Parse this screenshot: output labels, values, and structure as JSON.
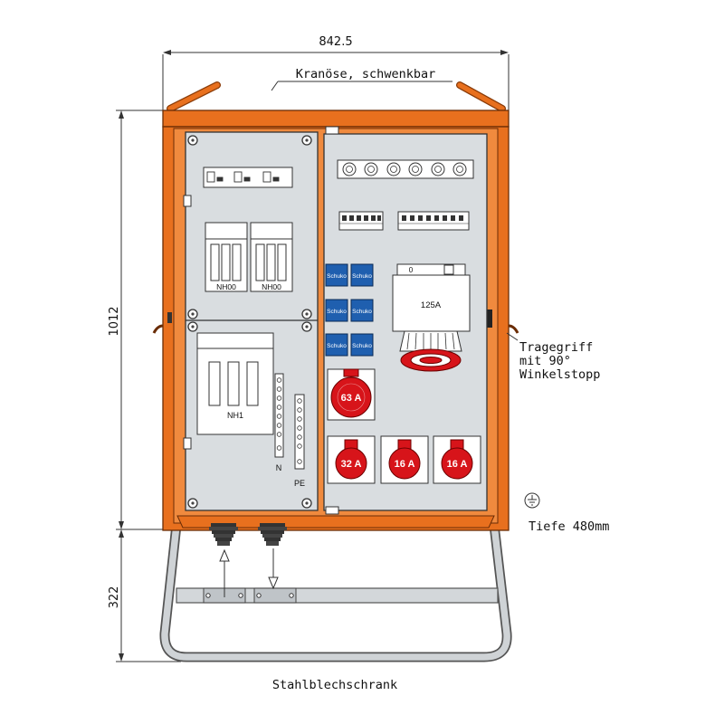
{
  "dimensions": {
    "width": "842.5",
    "height": "1012",
    "stand_height": "322"
  },
  "annotations": {
    "crane_eye": "Kranöse, schwenkbar",
    "handle_line1": "Tragegriff",
    "handle_line2": "mit 90°",
    "handle_line3": "Winkelstopp",
    "depth": "Tiefe 480mm",
    "ground_symbol": "earth-ground-icon",
    "caption": "Stahlblechschrank"
  },
  "left_panel": {
    "fuse_bases": [
      "NH00",
      "NH00"
    ],
    "main_switch": "NH1",
    "terminal_n": "N",
    "terminal_pe": "PE"
  },
  "right_panel": {
    "schuko_sockets": [
      "Schuko",
      "Schuko",
      "Schuko",
      "Schuko",
      "Schuko",
      "Schuko"
    ],
    "large_socket": "125A",
    "large_socket_switches": [
      "0",
      "0"
    ],
    "cee_sockets": [
      "63 A",
      "32 A",
      "16 A",
      "16 A"
    ]
  },
  "colors": {
    "frame_orange": "#E8701E",
    "panel_grey": "#D9DDE0",
    "cee_red": "#D7141A",
    "schuko_blue": "#1F5FAF"
  }
}
